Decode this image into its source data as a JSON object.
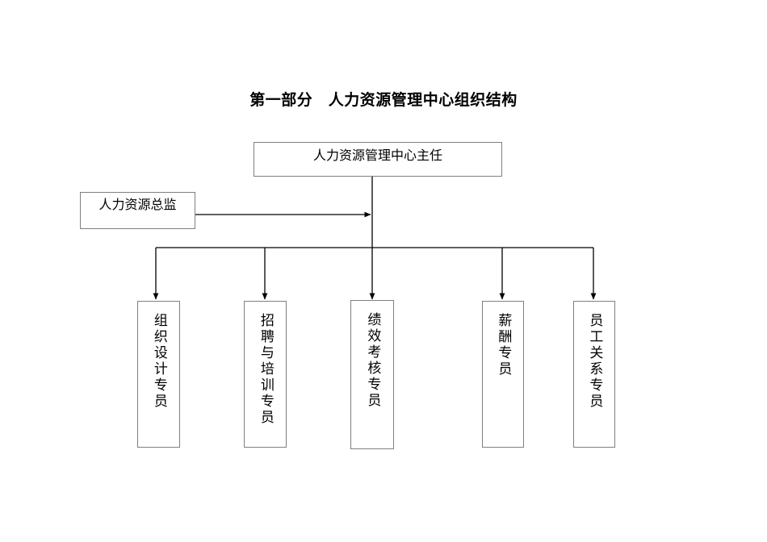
{
  "title": "第一部分　人力资源管理中心组织结构",
  "org_chart": {
    "type": "organization-chart",
    "root": {
      "id": "director",
      "label": "人力资源管理中心主任",
      "orientation": "horizontal"
    },
    "side_node": {
      "id": "hr-director",
      "label": "人力资源总监",
      "orientation": "horizontal",
      "connects_to": "director",
      "connector": "horizontal-arrow"
    },
    "children": [
      {
        "id": "org-design-specialist",
        "label": "组织设计专员",
        "orientation": "vertical"
      },
      {
        "id": "recruit-training-specialist",
        "label": "招聘与培训专员",
        "orientation": "vertical"
      },
      {
        "id": "performance-specialist",
        "label": "绩效考核专员",
        "orientation": "vertical"
      },
      {
        "id": "compensation-specialist",
        "label": "薪酬专员",
        "orientation": "vertical"
      },
      {
        "id": "employee-relations-specialist",
        "label": "员工关系专员",
        "orientation": "vertical"
      }
    ]
  },
  "colors": {
    "background": "#ffffff",
    "box_border": "#7f7f7f",
    "connector": "#000000",
    "text": "#000000"
  }
}
